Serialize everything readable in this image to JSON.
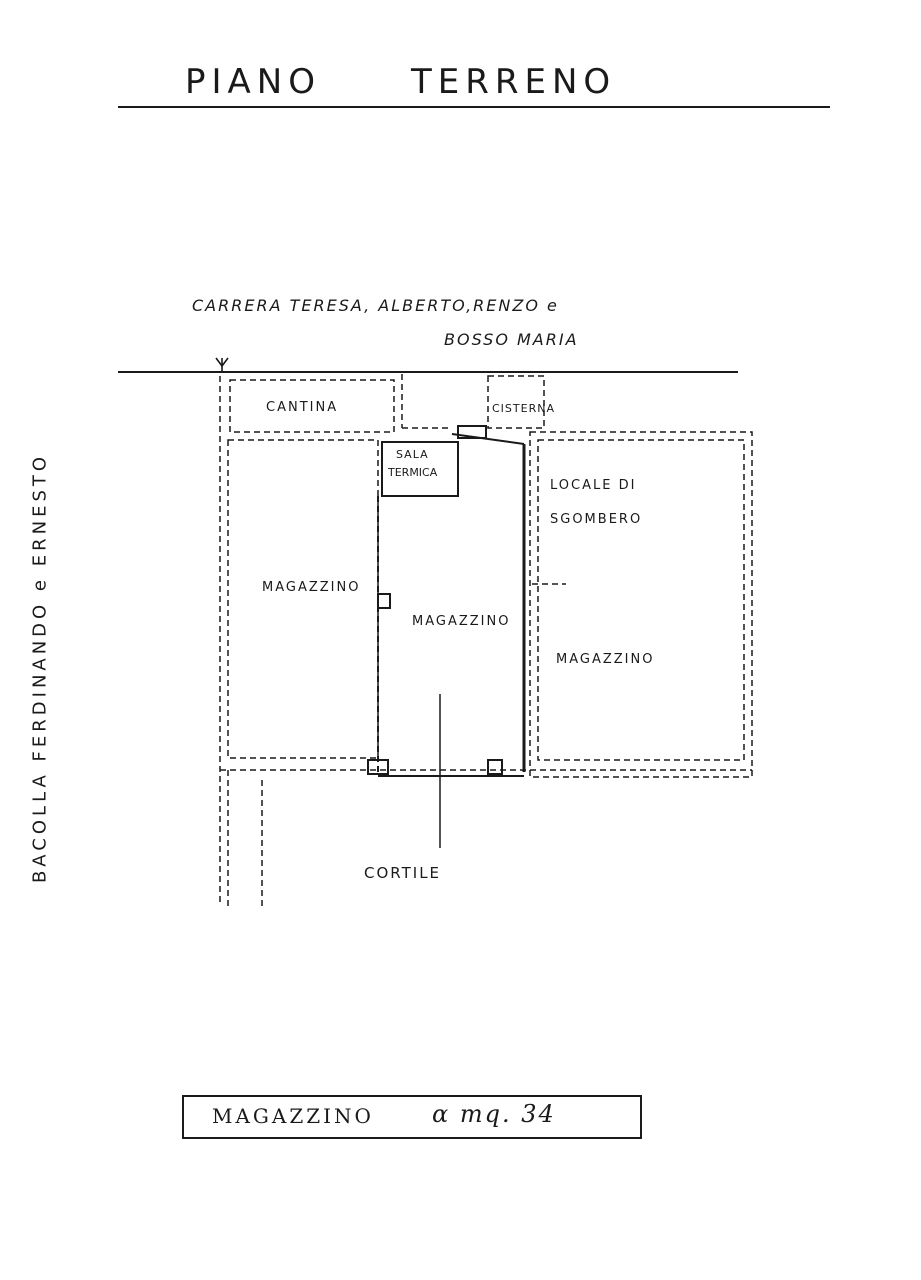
{
  "title": {
    "word1": "PIANO",
    "word2": "TERRENO"
  },
  "neighbors": {
    "north_line1": "CARRERA TERESA, ALBERTO,RENZO e",
    "north_line2": "BOSSO MARIA",
    "west": "BACOLLA FERDINANDO e ERNESTO"
  },
  "rooms": {
    "cantina": "CANTINA",
    "cisterna": "CISTERNA",
    "sala_termica_1": "SALA",
    "sala_termica_2": "TERMICA",
    "locale_1": "LOCALE DI",
    "locale_2": "SGOMBERO",
    "magazzino_left": "MAGAZZINO",
    "magazzino_center": "MAGAZZINO",
    "magazzino_right": "MAGAZZINO",
    "cortile": "CORTILE"
  },
  "legend": {
    "label": "MAGAZZINO",
    "area": "α mq. 34"
  }
}
